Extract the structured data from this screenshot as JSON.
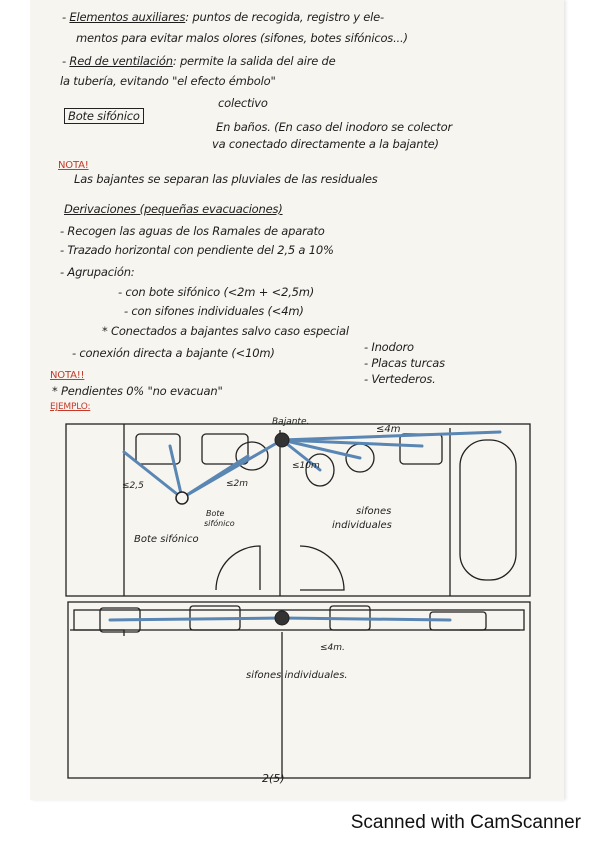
{
  "notes": {
    "line1_term": "Elementos auxiliares",
    "line1_rest": ": puntos de recogida, registro y ele-",
    "line2": "mentos para evitar malos olores (sifones, botes sifónicos...)",
    "line3_term": "Red de ventilación",
    "line3_rest": ": permite la salida del aire de",
    "line4": "la tubería, evitando \"el efecto émbolo\"",
    "bote_label": "Bote sifónico",
    "bote_opt1": "colectivo",
    "bote_opt2": "En baños. (En caso del inodoro se colector",
    "bote_opt2b": "va conectado directamente a la bajante)",
    "nota1": "NOTA!",
    "nota1_text": "Las bajantes se separan las pluviales de las residuales",
    "deriv_title": "Derivaciones (pequeñas evacuaciones)",
    "deriv1": "- Recogen las aguas de los Ramales de aparato",
    "deriv2": "- Trazado horizontal con pendiente del 2,5 a 10%",
    "deriv3": "- Agrupación:",
    "deriv4": "- con bote sifónico (<2m + <2,5m)",
    "deriv5": "- con sifones individuales (<4m)",
    "deriv6": "* Conectados a bajantes salvo caso especial",
    "deriv7": "- conexión directa a bajante (<10m)",
    "deriv_opt1": "- Inodoro",
    "deriv_opt2": "- Placas turcas",
    "deriv_opt3": "- Vertederos.",
    "nota2": "NOTA!!",
    "nota2_text": "* Pendientes 0% \"no evacuan\"",
    "ejemplo": "EJEMPLO:"
  },
  "plan": {
    "bajante_label": "Bajante.",
    "dist_4m_top": "≤4m",
    "dist_25": "≤2,5",
    "dist_2m": "≤2m",
    "dist_10m": "≤10m",
    "bote_small1": "Bote",
    "bote_small2": "sifónico",
    "bote_big": "Bote sifónico",
    "sifones_top1": "sifones",
    "sifones_top2": "individuales",
    "dist_4m_bottom": "≤4m.",
    "sifones_bottom": "sifones individuales.",
    "page_mark": "2(5)"
  },
  "footer": {
    "scanner": "Scanned with CamScanner"
  }
}
